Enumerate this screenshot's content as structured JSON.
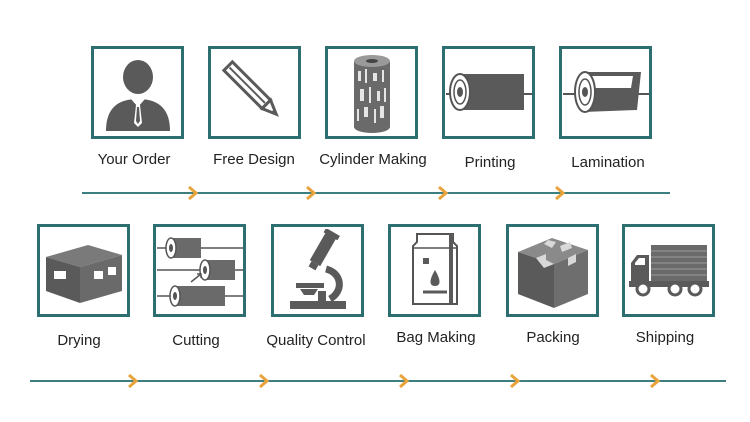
{
  "steps_row1": [
    {
      "label": "Your Order",
      "icon": "person-icon"
    },
    {
      "label": "Free Design",
      "icon": "pencil-icon"
    },
    {
      "label": "Cylinder Making",
      "icon": "cylinder-icon"
    },
    {
      "label": "Printing",
      "icon": "print-roll-icon"
    },
    {
      "label": "Lamination",
      "icon": "lamination-roll-icon"
    }
  ],
  "steps_row2": [
    {
      "label": "Drying",
      "icon": "drying-box-icon"
    },
    {
      "label": "Cutting",
      "icon": "cutting-rolls-icon"
    },
    {
      "label": "Quality Control",
      "icon": "microscope-icon"
    },
    {
      "label": "Bag Making",
      "icon": "stand-up-pouch-icon"
    },
    {
      "label": "Packing",
      "icon": "package-box-icon"
    },
    {
      "label": "Shipping",
      "icon": "truck-icon"
    }
  ],
  "colors": {
    "border": "#2d6f70",
    "line": "#3d7f80",
    "arrow": "#e8a33c",
    "icon": "#5a5a5a"
  }
}
